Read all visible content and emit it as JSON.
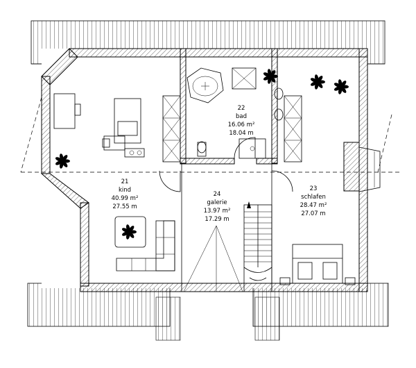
{
  "rooms": [
    {
      "id": "kind",
      "number": "21",
      "name": "kind",
      "area": "40.99 m²",
      "perimeter": "27.55 m"
    },
    {
      "id": "bad",
      "number": "22",
      "name": "bad",
      "area": "16.06 m²",
      "perimeter": "18.04 m"
    },
    {
      "id": "schlafen",
      "number": "23",
      "name": "schlafen",
      "area": "28.47 m²",
      "perimeter": "27.07 m"
    },
    {
      "id": "galerie",
      "number": "24",
      "name": "galerie",
      "area": "13.97 m²",
      "perimeter": "17.29 m"
    }
  ]
}
